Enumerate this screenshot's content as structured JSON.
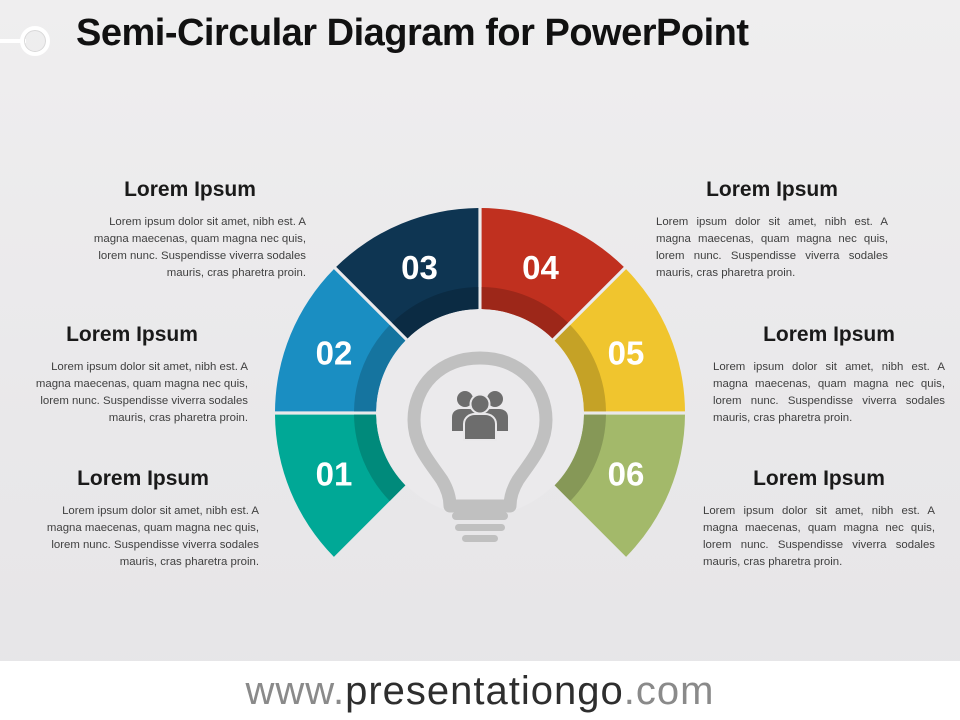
{
  "title": "Semi-Circular Diagram for PowerPoint",
  "colors": {
    "seg01": "#00a896",
    "seg02": "#1a8ec2",
    "seg03": "#0e3552",
    "seg04": "#c0301f",
    "seg05": "#f0c52e",
    "seg06": "#a3b96a",
    "bulb": "#bdbdbd",
    "people": "#6d6d6d"
  },
  "diagram": {
    "center_icon": "lightbulb-people-icon",
    "segments": [
      {
        "id": "01",
        "label": "01"
      },
      {
        "id": "02",
        "label": "02"
      },
      {
        "id": "03",
        "label": "03"
      },
      {
        "id": "04",
        "label": "04"
      },
      {
        "id": "05",
        "label": "05"
      },
      {
        "id": "06",
        "label": "06"
      }
    ]
  },
  "blocks": [
    {
      "heading": "Lorem Ipsum",
      "body": "Lorem ipsum dolor sit amet, nibh est. A magna maecenas, quam magna nec quis, lorem nunc. Suspendisse viverra sodales mauris, cras pharetra proin."
    },
    {
      "heading": "Lorem Ipsum",
      "body": "Lorem ipsum dolor sit amet, nibh est. A magna maecenas, quam magna nec quis, lorem nunc. Suspendisse viverra sodales mauris, cras pharetra proin."
    },
    {
      "heading": "Lorem Ipsum",
      "body": "Lorem ipsum dolor sit amet, nibh est. A magna maecenas, quam magna nec quis, lorem nunc. Suspendisse viverra sodales mauris, cras pharetra proin."
    },
    {
      "heading": "Lorem Ipsum",
      "body": "Lorem ipsum dolor sit amet, nibh est. A magna maecenas, quam magna nec quis, lorem nunc. Suspendisse viverra sodales mauris, cras pharetra proin."
    },
    {
      "heading": "Lorem Ipsum",
      "body": "Lorem ipsum dolor sit amet, nibh est. A magna maecenas, quam magna nec quis, lorem nunc. Suspendisse viverra sodales mauris, cras pharetra proin."
    },
    {
      "heading": "Lorem Ipsum",
      "body": "Lorem ipsum dolor sit amet, nibh est. A magna maecenas, quam magna nec quis, lorem nunc. Suspendisse viverra sodales mauris, cras pharetra proin."
    }
  ],
  "footer": {
    "prefix": "www.",
    "brand": "presentationgo",
    "suffix": ".com"
  }
}
